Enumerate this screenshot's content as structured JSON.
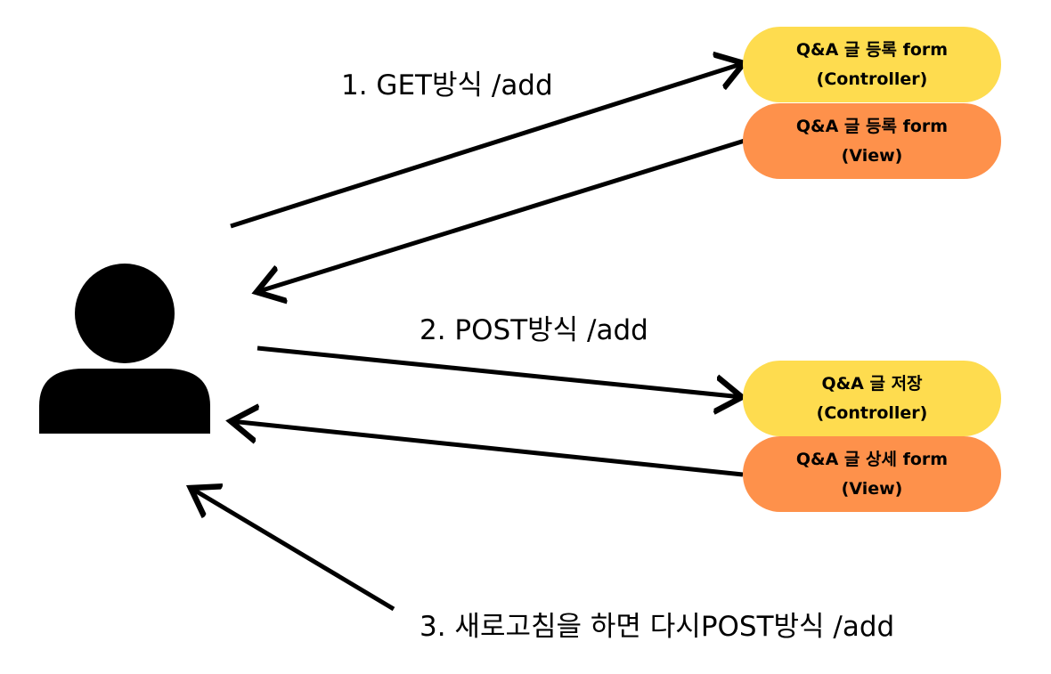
{
  "steps": {
    "step1": "1. GET방식 /add",
    "step2": "2. POST방식 /add",
    "step3": "3. 새로고침을 하면 다시POST방식 /add"
  },
  "boxes": {
    "add_controller": {
      "line1": "Q&A 글 등록 form",
      "line2": "(Controller)"
    },
    "add_view": {
      "line1": "Q&A 글 등록 form",
      "line2": "(View)"
    },
    "save_controller": {
      "line1": "Q&A 글 저장",
      "line2": "(Controller)"
    },
    "detail_view": {
      "line1": "Q&A 글 상세 form",
      "line2": "(View)"
    }
  },
  "colors": {
    "controller": "#FEDC4F",
    "view": "#FE914B",
    "arrow": "#000000",
    "user_icon": "#000000"
  },
  "icons": {
    "user": "user-icon"
  }
}
